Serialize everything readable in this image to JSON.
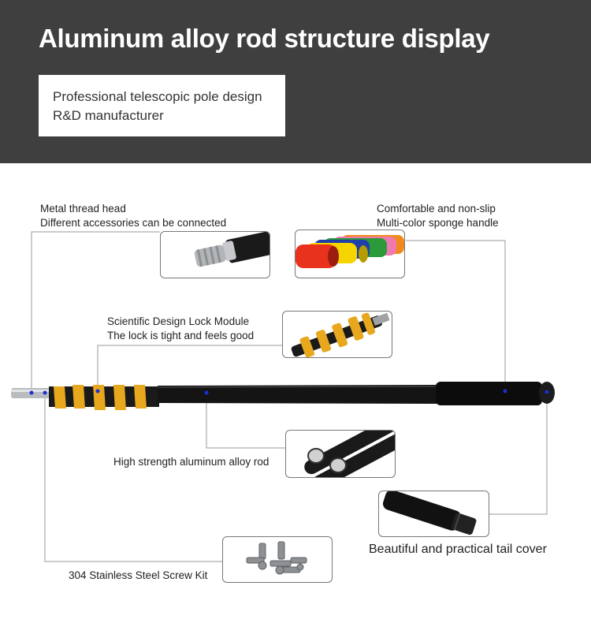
{
  "header": {
    "title": "Aluminum alloy rod structure display",
    "subtitle_line1": "Professional telescopic pole design",
    "subtitle_line2": "R&D manufacturer"
  },
  "callouts": {
    "thread_head": {
      "line1": "Metal thread head",
      "line2": "Different accessories can be connected"
    },
    "sponge_handle": {
      "line1": "Comfortable and non-slip",
      "line2": "Multi-color sponge handle"
    },
    "lock_module": {
      "line1": "Scientific Design Lock Module",
      "line2": "The lock is tight and feels good"
    },
    "alloy_rod": {
      "line1": "High strength aluminum alloy rod"
    },
    "tail_cover": {
      "line1": "Beautiful and practical tail cover"
    },
    "screw_kit": {
      "line1": "304 Stainless Steel Screw Kit"
    }
  },
  "colors": {
    "header_bg": "#3f3f3f",
    "pole_black": "#141414",
    "lock_yellow": "#e8a81e",
    "marker_blue": "#1a2fd6",
    "leader_line": "#9a9a9a",
    "sponge_colors": [
      "#e8321e",
      "#f5d400",
      "#1f3fa8",
      "#2a9a3a",
      "#f07ab0",
      "#f08a1e"
    ]
  }
}
